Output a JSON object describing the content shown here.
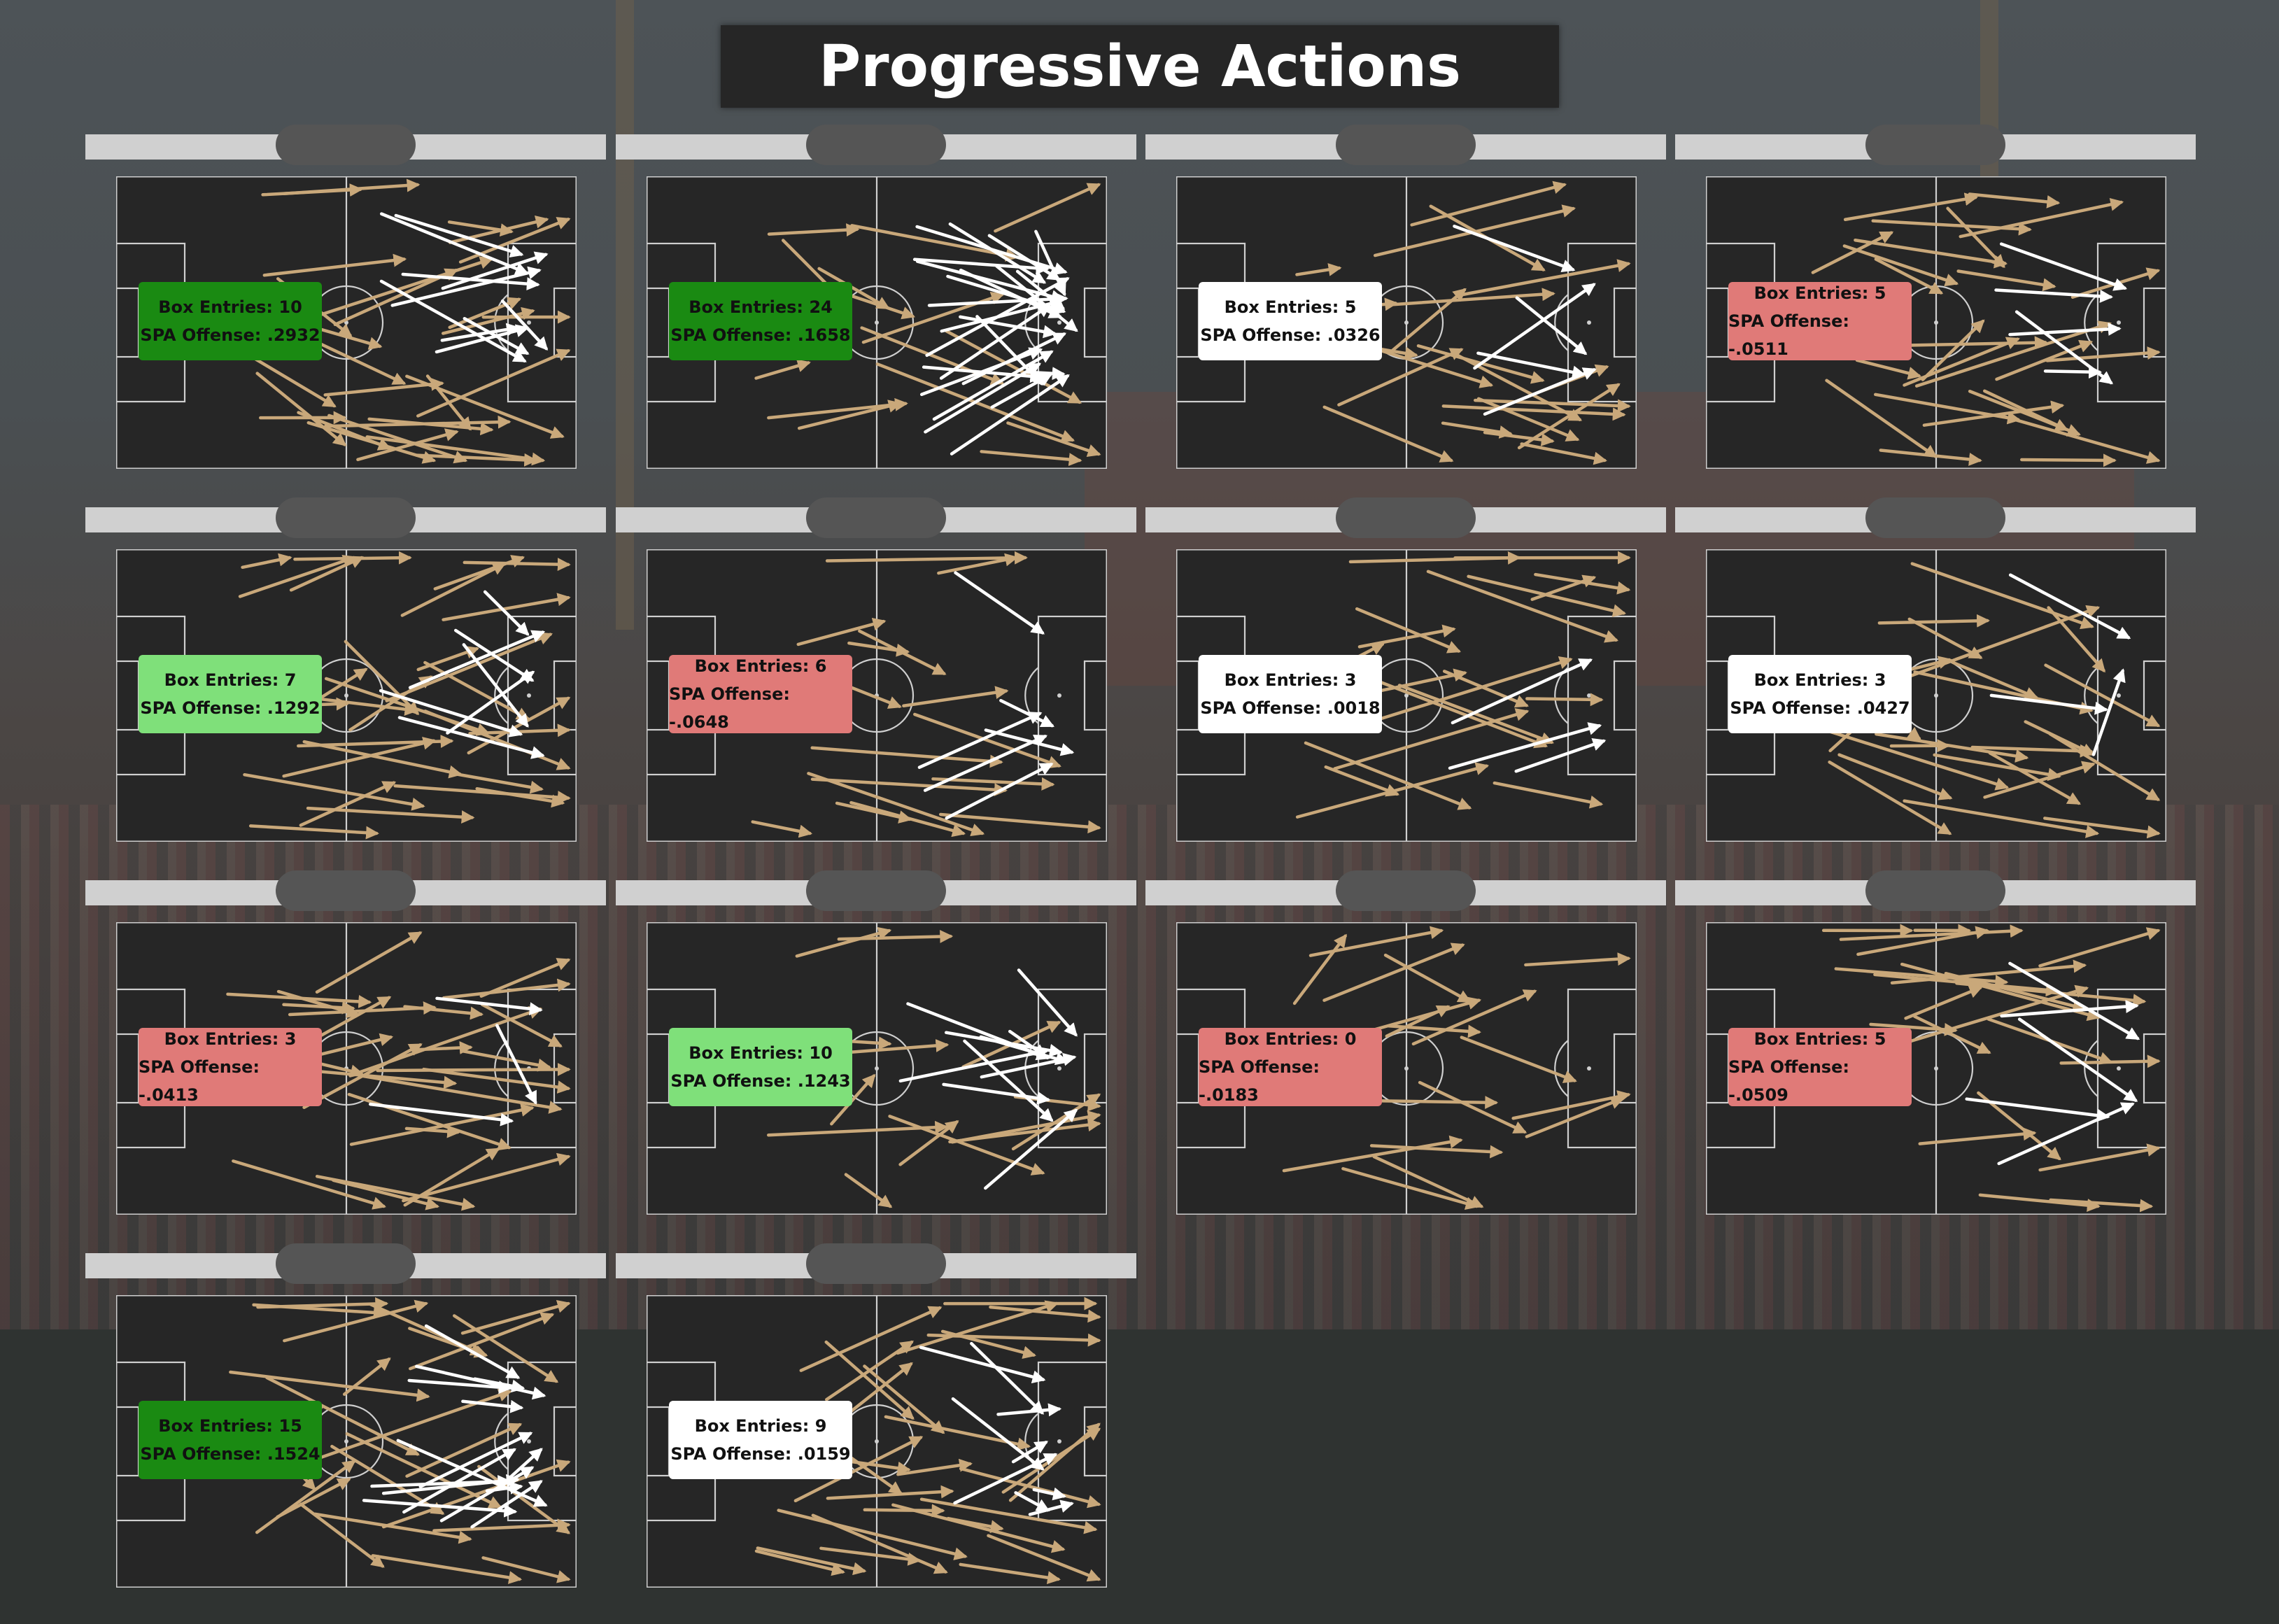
{
  "title": "Progressive Actions",
  "colors": {
    "pitch": "#262626",
    "lines": "#cfcfcf",
    "arrow_regular": "#c9a87a",
    "arrow_box_entry": "#ffffff",
    "badge_dark_green": "#1a8a12",
    "badge_light_green": "#7fe07a",
    "badge_white": "#ffffff",
    "badge_red": "#e07a78"
  },
  "panels": [
    {
      "box_entries_label": "Box Entries: 10",
      "spa_label": "SPA Offense: .2932",
      "badge_color": "#1a8a12"
    },
    {
      "box_entries_label": "Box Entries: 24",
      "spa_label": "SPA Offense: .1658",
      "badge_color": "#1a8a12"
    },
    {
      "box_entries_label": "Box Entries: 5",
      "spa_label": "SPA Offense: .0326",
      "badge_color": "#ffffff"
    },
    {
      "box_entries_label": "Box Entries: 5",
      "spa_label": "SPA Offense: -.0511",
      "badge_color": "#e07a78"
    },
    {
      "box_entries_label": "Box Entries: 7",
      "spa_label": "SPA Offense: .1292",
      "badge_color": "#7fe07a"
    },
    {
      "box_entries_label": "Box Entries: 6",
      "spa_label": "SPA Offense: -.0648",
      "badge_color": "#e07a78"
    },
    {
      "box_entries_label": "Box Entries: 3",
      "spa_label": "SPA Offense: .0018",
      "badge_color": "#ffffff"
    },
    {
      "box_entries_label": "Box Entries: 3",
      "spa_label": "SPA Offense: .0427",
      "badge_color": "#ffffff"
    },
    {
      "box_entries_label": "Box Entries: 3",
      "spa_label": "SPA Offense: -.0413",
      "badge_color": "#e07a78"
    },
    {
      "box_entries_label": "Box Entries: 10",
      "spa_label": "SPA Offense: .1243",
      "badge_color": "#7fe07a"
    },
    {
      "box_entries_label": "Box Entries: 0",
      "spa_label": "SPA Offense: -.0183",
      "badge_color": "#e07a78"
    },
    {
      "box_entries_label": "Box Entries: 5",
      "spa_label": "SPA Offense: -.0509",
      "badge_color": "#e07a78"
    },
    {
      "box_entries_label": "Box Entries: 15",
      "spa_label": "SPA Offense: .1524",
      "badge_color": "#1a8a12"
    },
    {
      "box_entries_label": "Box Entries: 9",
      "spa_label": "SPA Offense: .0159",
      "badge_color": "#ffffff"
    }
  ]
}
